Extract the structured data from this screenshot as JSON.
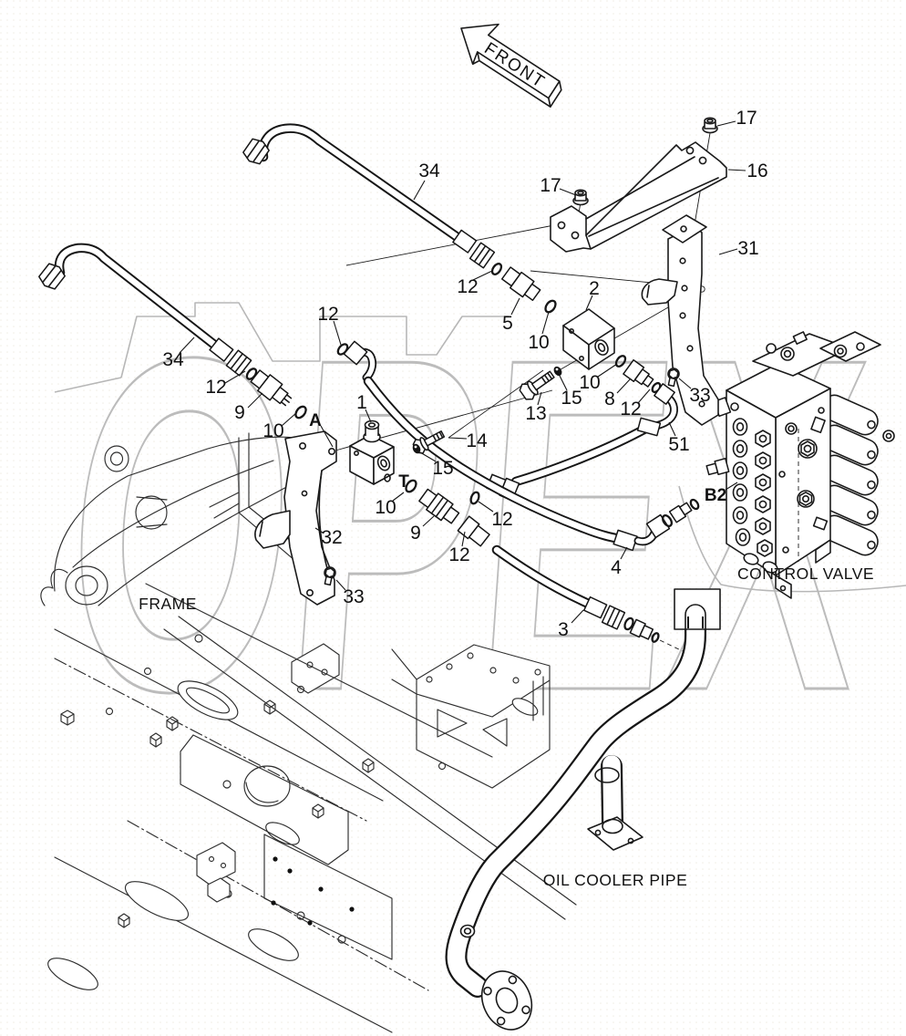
{
  "colors": {
    "background": "#ffffff",
    "line": "#1a1a1a",
    "phantom_gray": "#b7b7b7",
    "watermark_gray": "#bcbcbc"
  },
  "watermark_text": "OPEX",
  "front_arrow_label": "FRONT",
  "area_labels": {
    "frame": "FRAME",
    "control_valve": "CONTROL VALVE",
    "oil_cooler_pipe": "OIL COOLER PIPE"
  },
  "port_labels": {
    "a": "A",
    "t": "T",
    "b2": "B2"
  },
  "callouts": [
    {
      "part": "17"
    },
    {
      "part": "16"
    },
    {
      "part": "17"
    },
    {
      "part": "31"
    },
    {
      "part": "34"
    },
    {
      "part": "12"
    },
    {
      "part": "5"
    },
    {
      "part": "10"
    },
    {
      "part": "2"
    },
    {
      "part": "34"
    },
    {
      "part": "12"
    },
    {
      "part": "12"
    },
    {
      "part": "9"
    },
    {
      "part": "10"
    },
    {
      "part": "1"
    },
    {
      "part": "14"
    },
    {
      "part": "15"
    },
    {
      "part": "13"
    },
    {
      "part": "15"
    },
    {
      "part": "10"
    },
    {
      "part": "8"
    },
    {
      "part": "12"
    },
    {
      "part": "33"
    },
    {
      "part": "51"
    },
    {
      "part": "10"
    },
    {
      "part": "9"
    },
    {
      "part": "12"
    },
    {
      "part": "12"
    },
    {
      "part": "32"
    },
    {
      "part": "33"
    },
    {
      "part": "4"
    },
    {
      "part": "3"
    }
  ]
}
